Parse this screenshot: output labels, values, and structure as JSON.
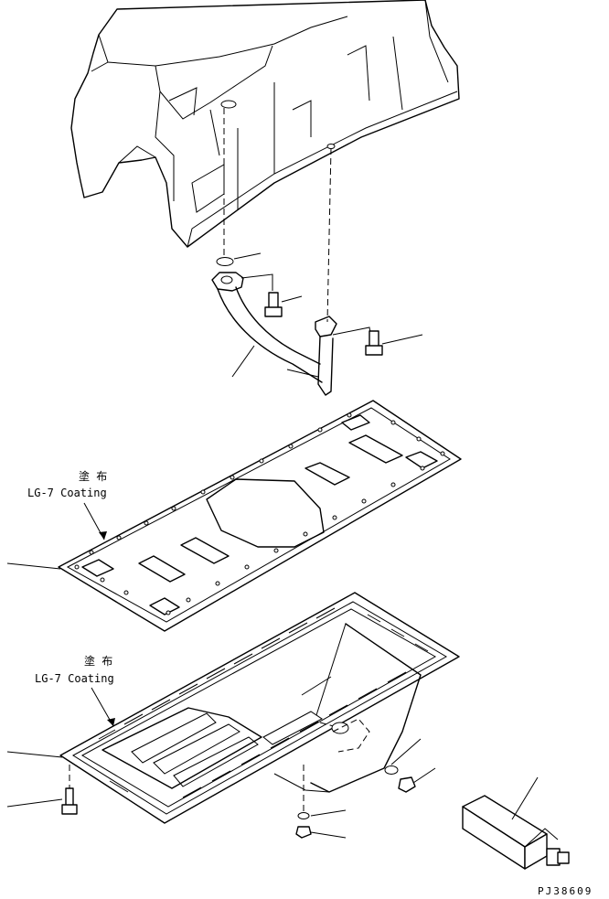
{
  "notes": [
    {
      "id": "gasket",
      "jp": "塗 布",
      "en": "LG-7 Coating"
    },
    {
      "id": "oil-pan",
      "jp": "塗 布",
      "en": "LG-7 Coating"
    }
  ],
  "drawing_code": "PJ38609",
  "colors": {
    "line": "#000000",
    "background": "#ffffff"
  }
}
